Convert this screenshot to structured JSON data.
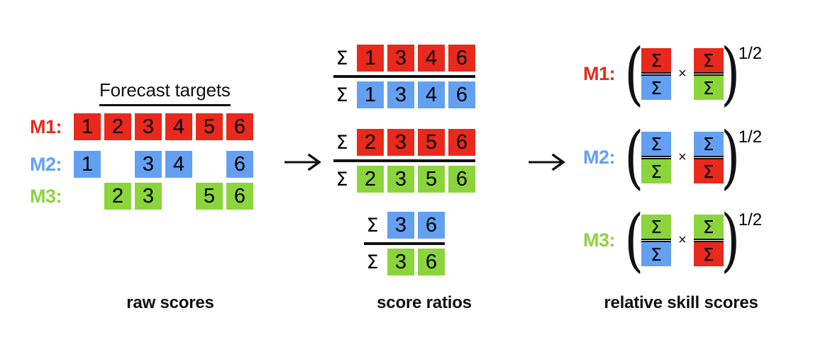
{
  "figure": {
    "background": "#ffffff",
    "colors": {
      "red": "#e8291c",
      "blue": "#63a0f2",
      "green": "#8bd43c",
      "ink": "#111111"
    }
  },
  "raw_scores": {
    "title": "Forecast targets",
    "caption": "raw scores",
    "columns": [
      "1",
      "2",
      "3",
      "4",
      "5",
      "6"
    ],
    "rows": [
      {
        "label": "M1:",
        "color": "#e8291c",
        "cells": [
          "1",
          "2",
          "3",
          "4",
          "5",
          "6"
        ]
      },
      {
        "label": "M2:",
        "color": "#63a0f2",
        "cells": [
          "1",
          "",
          "3",
          "4",
          "",
          "6"
        ]
      },
      {
        "label": "M3:",
        "color": "#8bd43c",
        "cells": [
          "",
          "2",
          "3",
          "",
          "5",
          "6"
        ]
      }
    ]
  },
  "arrows": {
    "first": "arrow-right",
    "second": "arrow-right"
  },
  "score_ratios": {
    "caption": "score ratios",
    "fractions": [
      {
        "name": "m1-over-m2",
        "numerator": {
          "sigma": "Σ",
          "color": "#e8291c",
          "cells": [
            "1",
            "3",
            "4",
            "6"
          ]
        },
        "denominator": {
          "sigma": "Σ",
          "color": "#63a0f2",
          "cells": [
            "1",
            "3",
            "4",
            "6"
          ]
        }
      },
      {
        "name": "m1-over-m3",
        "numerator": {
          "sigma": "Σ",
          "color": "#e8291c",
          "cells": [
            "2",
            "3",
            "5",
            "6"
          ]
        },
        "denominator": {
          "sigma": "Σ",
          "color": "#8bd43c",
          "cells": [
            "2",
            "3",
            "5",
            "6"
          ]
        }
      },
      {
        "name": "m2-over-m3",
        "numerator": {
          "sigma": "Σ",
          "color": "#63a0f2",
          "cells": [
            "3",
            "6"
          ]
        },
        "denominator": {
          "sigma": "Σ",
          "color": "#8bd43c",
          "cells": [
            "3",
            "6"
          ]
        }
      }
    ]
  },
  "relative_skill": {
    "caption": "relative skill scores",
    "sigma": "Σ",
    "times": "×",
    "exponent": "1/2",
    "paren_open": "(",
    "paren_close": ")",
    "rows": [
      {
        "label": "M1:",
        "label_color": "#e8291c",
        "term1": {
          "num_color": "#e8291c",
          "den_color": "#63a0f2"
        },
        "term2": {
          "num_color": "#e8291c",
          "den_color": "#8bd43c"
        }
      },
      {
        "label": "M2:",
        "label_color": "#63a0f2",
        "term1": {
          "num_color": "#63a0f2",
          "den_color": "#8bd43c"
        },
        "term2": {
          "num_color": "#63a0f2",
          "den_color": "#e8291c"
        }
      },
      {
        "label": "M3:",
        "label_color": "#8bd43c",
        "term1": {
          "num_color": "#8bd43c",
          "den_color": "#63a0f2"
        },
        "term2": {
          "num_color": "#8bd43c",
          "den_color": "#e8291c"
        }
      }
    ]
  }
}
